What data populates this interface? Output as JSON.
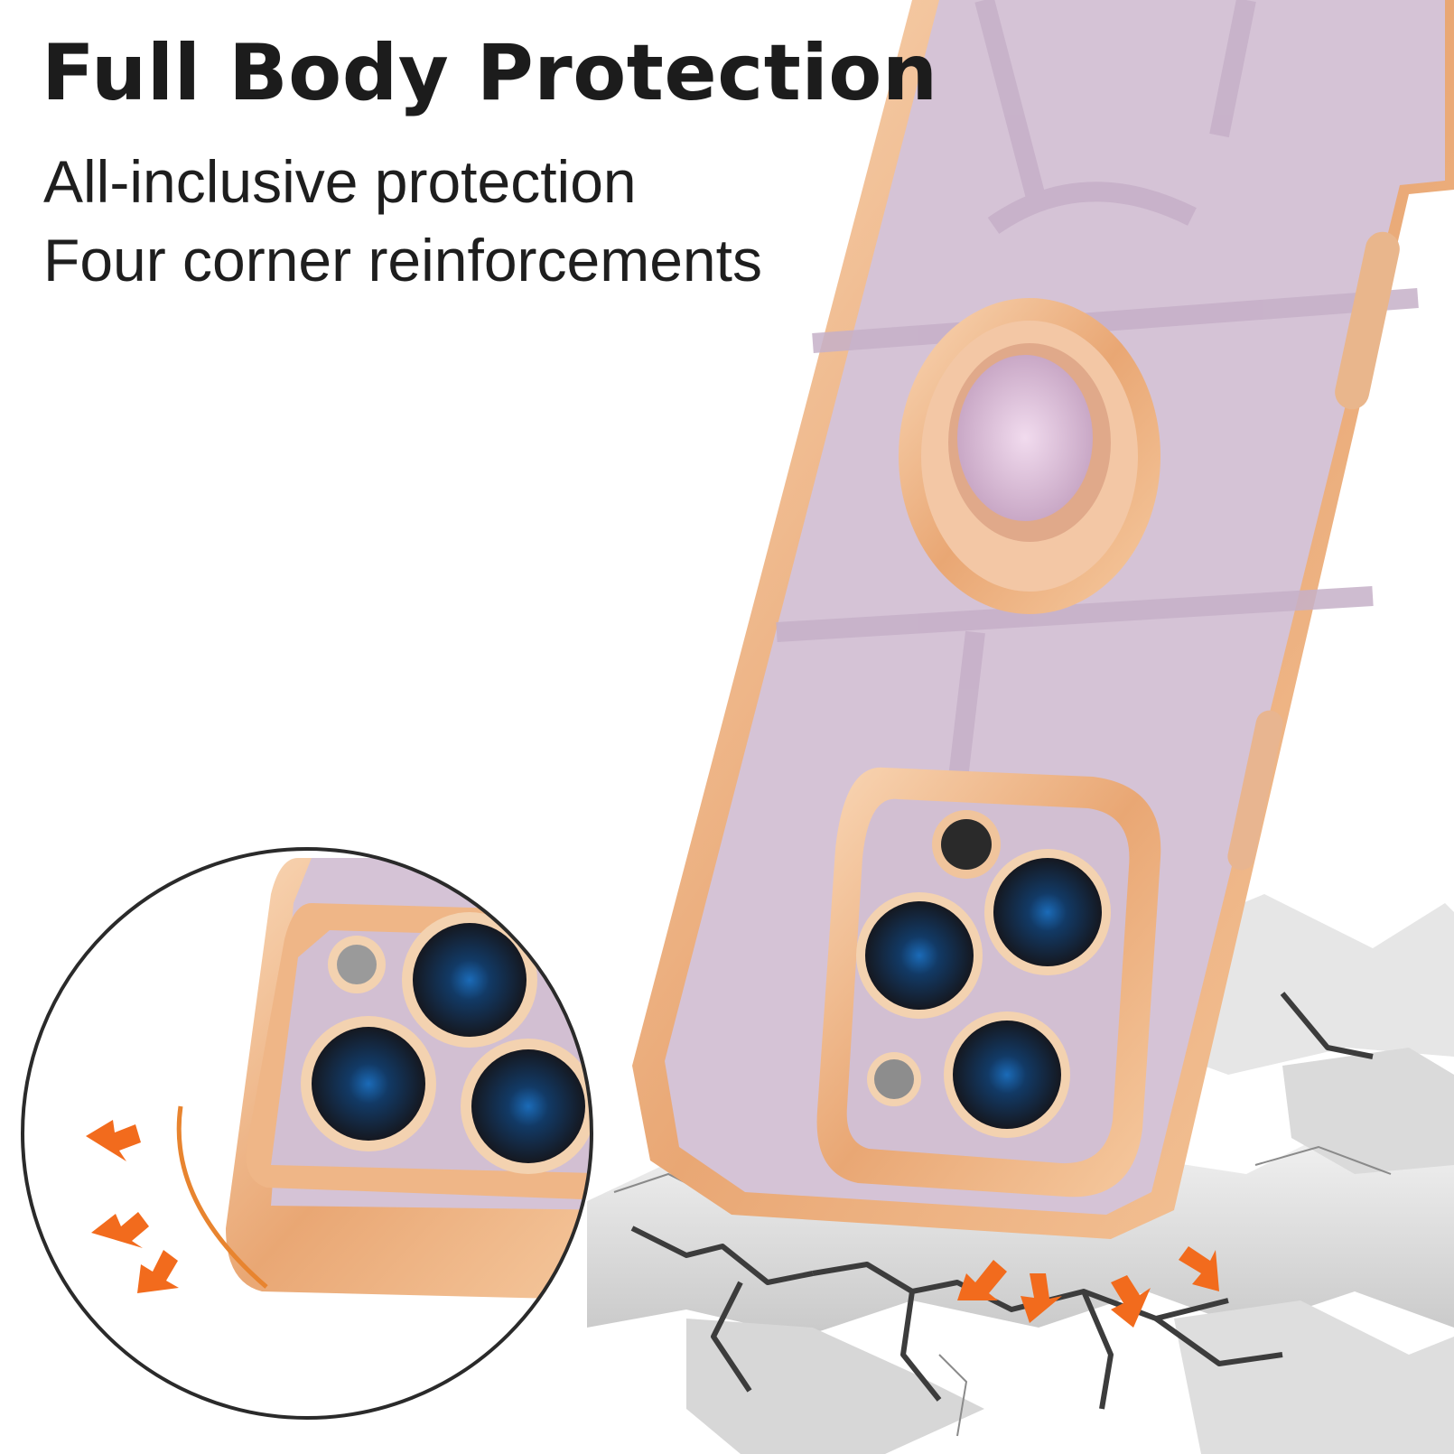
{
  "headline": "Full Body Protection",
  "features": [
    "All-inclusive protection",
    "Four corner reinforcements"
  ],
  "colors": {
    "case_lavender": "#d5c3d6",
    "gold_trim": "#efb687",
    "impact_arrows": "#f26b1d"
  },
  "icons": {
    "impact_arrows": "arrow-icon",
    "ring_holder": "ring-holder-icon"
  }
}
